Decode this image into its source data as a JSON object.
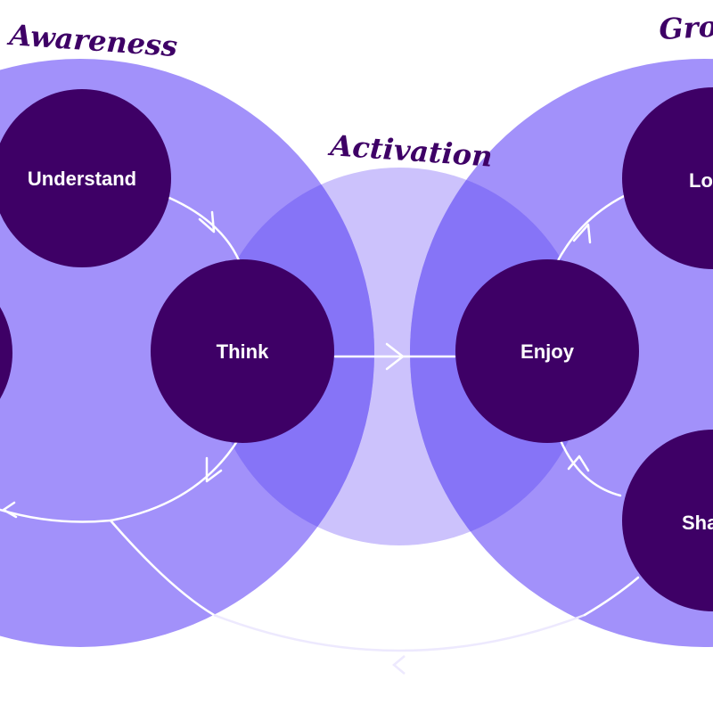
{
  "colors": {
    "awareness_circle": "#a291fa",
    "growth_circle": "#a291fa",
    "activation_circle": "#ccc2fc",
    "overlap": "#8674f7",
    "node": "#3e0066",
    "label": "#3e0066",
    "connector": "#ffffff"
  },
  "groups": {
    "awareness": {
      "label": "Awareness"
    },
    "activation": {
      "label": "Activation"
    },
    "growth": {
      "label": "Gro"
    }
  },
  "nodes": {
    "understand": {
      "label": "Understand"
    },
    "think": {
      "label": "Think"
    },
    "enjoy": {
      "label": "Enjoy"
    },
    "love": {
      "label": "Lo"
    },
    "share": {
      "label": "Sha"
    }
  }
}
